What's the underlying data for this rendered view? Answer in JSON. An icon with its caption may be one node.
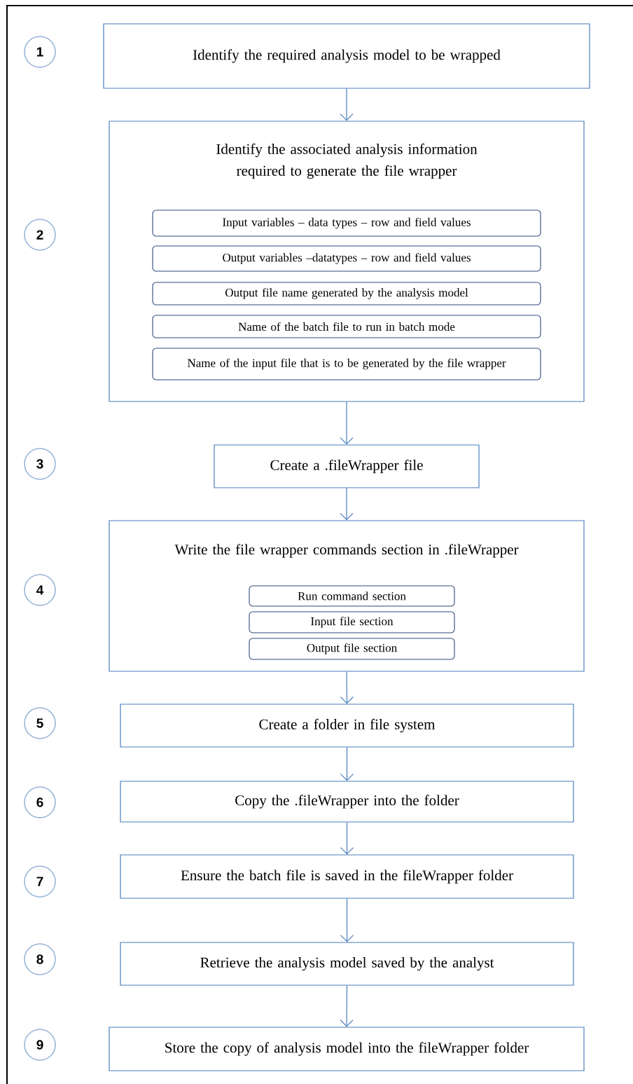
{
  "diagram": {
    "nodes": [
      {
        "text": [
          "1"
        ]
      },
      {
        "text": [
          "Identify the required analysis model to be wrapped"
        ]
      },
      {
        "text": [
          "2"
        ]
      },
      {
        "text": [
          "Identify the associated analysis information required to generate the file wrapper"
        ]
      },
      {
        "text": [
          "Input variables – data types – row and field values"
        ],
        "in": 3
      },
      {
        "text": [
          "Output variables –datatypes – row and field values"
        ],
        "in": 3
      },
      {
        "text": [
          "Output file name generated by the analysis model"
        ],
        "in": 3
      },
      {
        "text": [
          "Name of the batch file to run in batch mode"
        ],
        "in": 3
      },
      {
        "text": [
          "Name of the input file that is to be generated by the file wrapper"
        ],
        "in": 3
      },
      {
        "text": [
          "3"
        ]
      },
      {
        "text": [
          "Create a .fileWrapper file"
        ]
      },
      {
        "text": [
          "4"
        ]
      },
      {
        "text": [
          "Write the file wrapper commands section in .fileWrapper"
        ]
      },
      {
        "text": [
          "Run command section"
        ],
        "in": 12
      },
      {
        "text": [
          "Input file section"
        ],
        "in": 12
      },
      {
        "text": [
          "Output file section"
        ],
        "in": 12
      },
      {
        "text": [
          "5"
        ]
      },
      {
        "text": [
          "Create a folder in file system"
        ]
      },
      {
        "text": [
          "6"
        ]
      },
      {
        "text": [
          "Copy the .fileWrapper into the folder"
        ]
      },
      {
        "text": [
          "7"
        ]
      },
      {
        "text": [
          "Ensure the batch file is saved in the fileWrapper folder"
        ]
      },
      {
        "text": [
          "8"
        ]
      },
      {
        "text": [
          "Retrieve the analysis model saved by the analyst"
        ]
      },
      {
        "text": [
          "9"
        ]
      },
      {
        "text": [
          "Store the copy of analysis model into the fileWrapper folder"
        ]
      }
    ],
    "edges": [
      {
        "from": 1,
        "to": 3,
        "arrow": "to"
      },
      {
        "from": 3,
        "to": 10,
        "arrow": "to"
      },
      {
        "from": 10,
        "to": 12,
        "arrow": "to"
      },
      {
        "from": 12,
        "to": 17,
        "arrow": "to"
      },
      {
        "from": 17,
        "to": 19,
        "arrow": "to"
      },
      {
        "from": 19,
        "to": 21,
        "arrow": "to"
      },
      {
        "from": 21,
        "to": 23,
        "arrow": "to"
      },
      {
        "from": 23,
        "to": 25,
        "arrow": "to"
      }
    ]
  }
}
